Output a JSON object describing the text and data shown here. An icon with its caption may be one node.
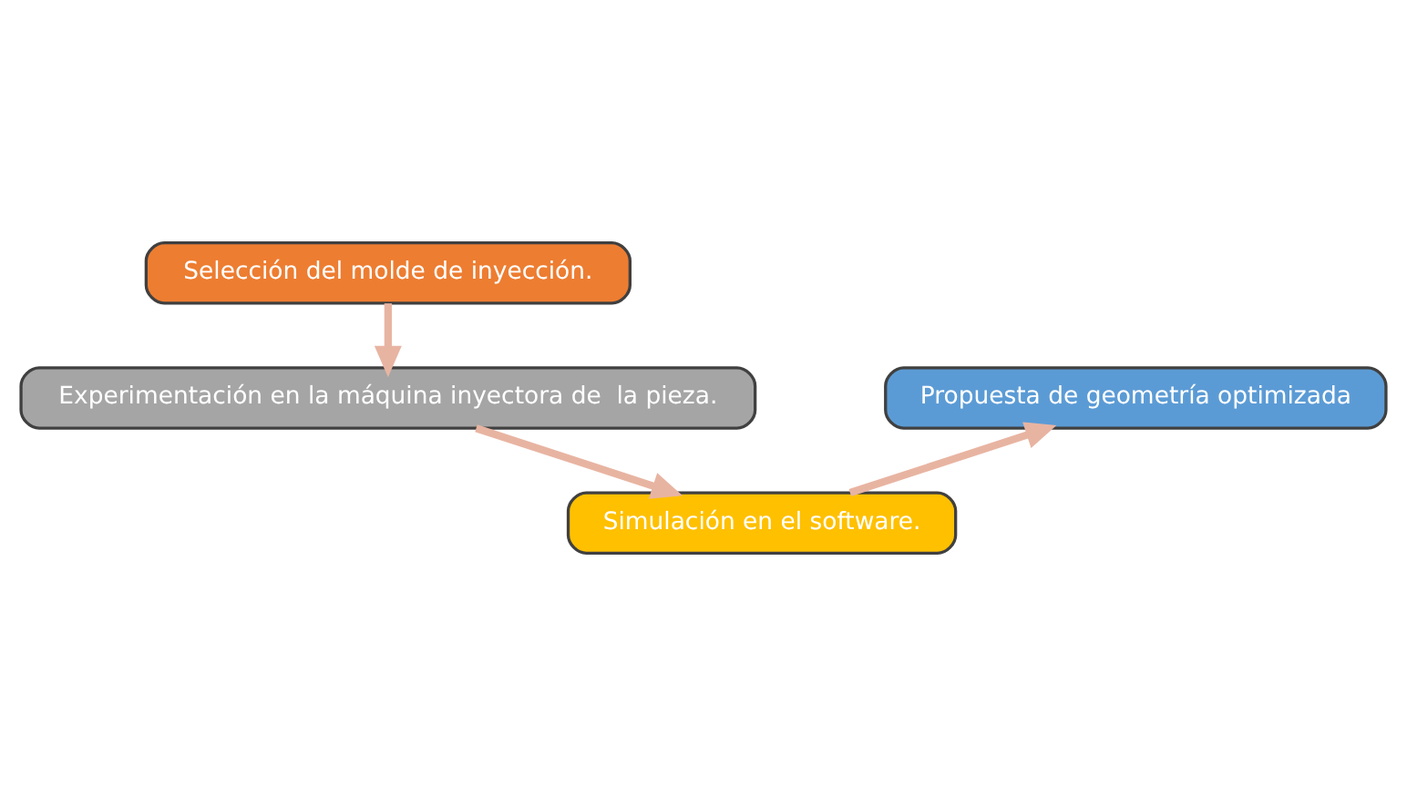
{
  "diagram": {
    "nodes": [
      {
        "text": [
          "Selección del molde de inyección."
        ]
      },
      {
        "text": [
          "Experimentación en la máquina inyectora de  la pieza."
        ]
      },
      {
        "text": [
          "Simulación en el software."
        ]
      },
      {
        "text": [
          "Propuesta de geometría optimizada"
        ]
      }
    ],
    "edges": [
      {
        "from": 0,
        "to": 1,
        "arrow": "to"
      },
      {
        "from": 1,
        "to": 2,
        "arrow": "to"
      },
      {
        "from": 2,
        "to": 3,
        "arrow": "to"
      }
    ]
  }
}
